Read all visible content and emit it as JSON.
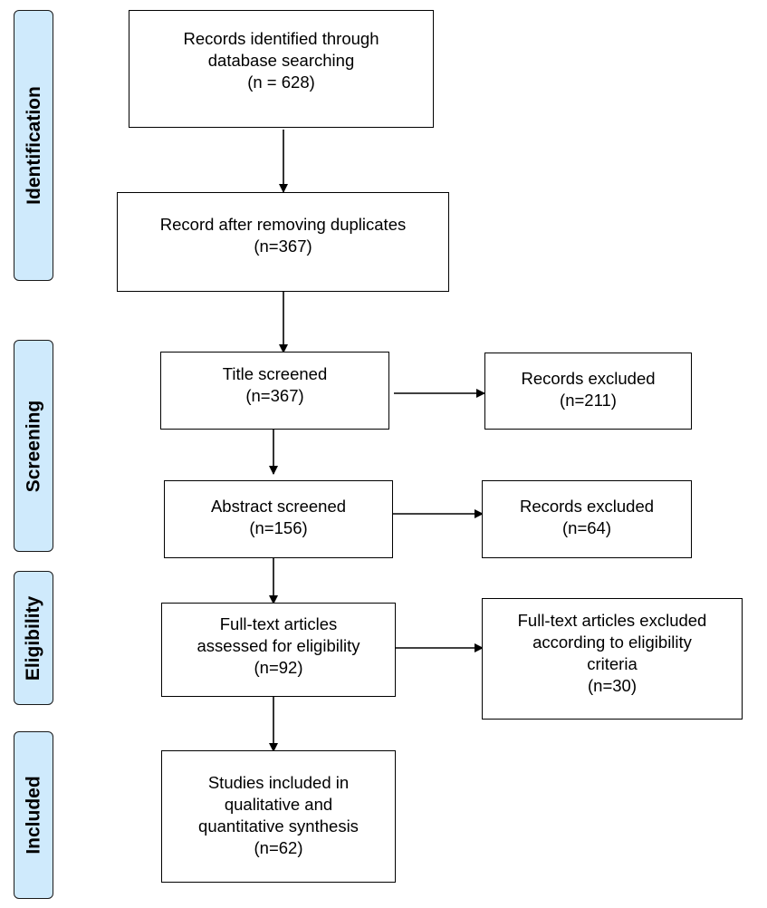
{
  "style": {
    "stage_fill": "#cfeafc",
    "stage_border": "#1a1a1a",
    "box_border": "#000000",
    "arrow_color": "#000000"
  },
  "stages": [
    {
      "label": "Identification"
    },
    {
      "label": "Screening"
    },
    {
      "label": "Eligibility"
    },
    {
      "label": "Included"
    }
  ],
  "boxes": {
    "records_identified": {
      "lines": [
        "Records identified through",
        "database searching",
        "(n = 628)"
      ]
    },
    "after_duplicates": {
      "lines": [
        "Record after removing duplicates",
        "(n=367)"
      ]
    },
    "title_screened": {
      "lines": [
        "Title screened",
        "(n=367)"
      ]
    },
    "excluded_title": {
      "lines": [
        "Records excluded",
        "(n=211)"
      ]
    },
    "abstract_screened": {
      "lines": [
        "Abstract screened",
        "(n=156)"
      ]
    },
    "excluded_abstract": {
      "lines": [
        "Records excluded",
        "(n=64)"
      ]
    },
    "fulltext_assessed": {
      "lines": [
        "Full-text articles",
        "assessed for eligibility",
        "(n=92)"
      ]
    },
    "excluded_fulltext": {
      "lines": [
        "Full-text articles excluded",
        "according to eligibility",
        "criteria",
        "(n=30)"
      ]
    },
    "studies_included": {
      "lines": [
        "Studies included in",
        "qualitative and",
        "quantitative synthesis",
        "(n=62)"
      ]
    }
  }
}
